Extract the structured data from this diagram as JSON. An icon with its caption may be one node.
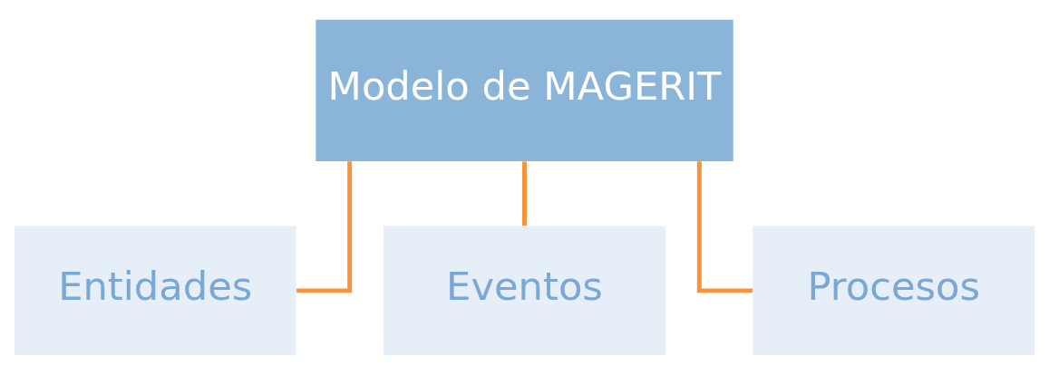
{
  "diagram": {
    "nodes": [
      {
        "text": [
          "Modelo de MAGERIT"
        ]
      },
      {
        "text": [
          "Entidades"
        ]
      },
      {
        "text": [
          "Eventos"
        ]
      },
      {
        "text": [
          "Procesos"
        ]
      }
    ],
    "edges": [
      {
        "from": 0,
        "to": 1,
        "arrow": "none"
      },
      {
        "from": 0,
        "to": 2,
        "arrow": "none"
      },
      {
        "from": 0,
        "to": 3,
        "arrow": "none"
      }
    ]
  }
}
